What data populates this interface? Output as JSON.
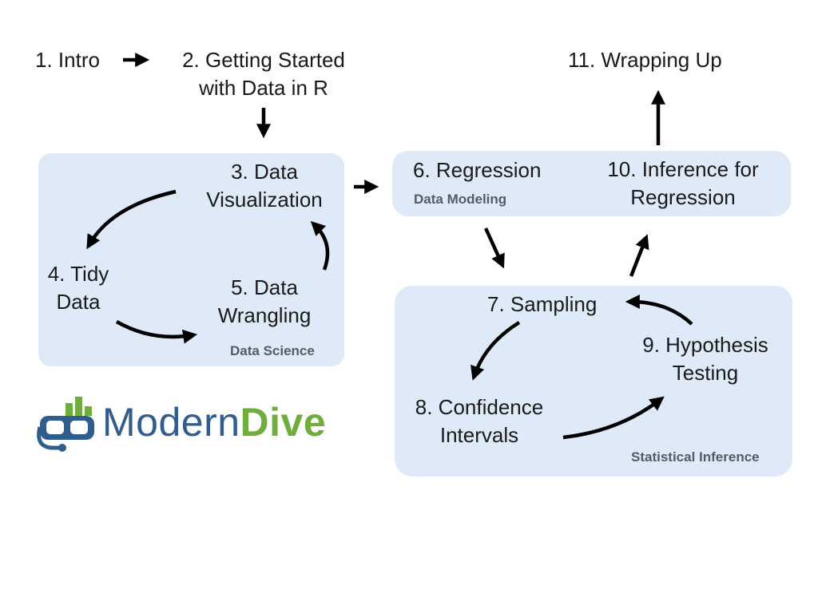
{
  "nodes": {
    "intro": "1. Intro",
    "getting_started": [
      "2. Getting Started",
      "with Data in R"
    ],
    "data_viz": [
      "3. Data",
      "Visualization"
    ],
    "tidy_data": [
      "4. Tidy",
      "Data"
    ],
    "wrangling": [
      "5. Data",
      "Wrangling"
    ],
    "regression": "6. Regression",
    "sampling": "7. Sampling",
    "confidence": [
      "8. Confidence",
      "Intervals"
    ],
    "hypothesis": [
      "9. Hypothesis",
      "Testing"
    ],
    "inference_regression": [
      "10. Inference for",
      "Regression"
    ],
    "wrapping_up": "11. Wrapping Up"
  },
  "groups": {
    "data_science": "Data Science",
    "data_modeling": "Data Modeling",
    "statistical_inference": "Statistical Inference"
  },
  "logo": {
    "word_regular": "Modern",
    "word_bold": "Dive",
    "colors": {
      "blue": "#2e5d8e",
      "green": "#6fae3d"
    },
    "icon": "snorkel-mask-icon"
  },
  "colors": {
    "panel": "#deeaf8",
    "arrow": "#000000",
    "group_label": "#555b63"
  }
}
